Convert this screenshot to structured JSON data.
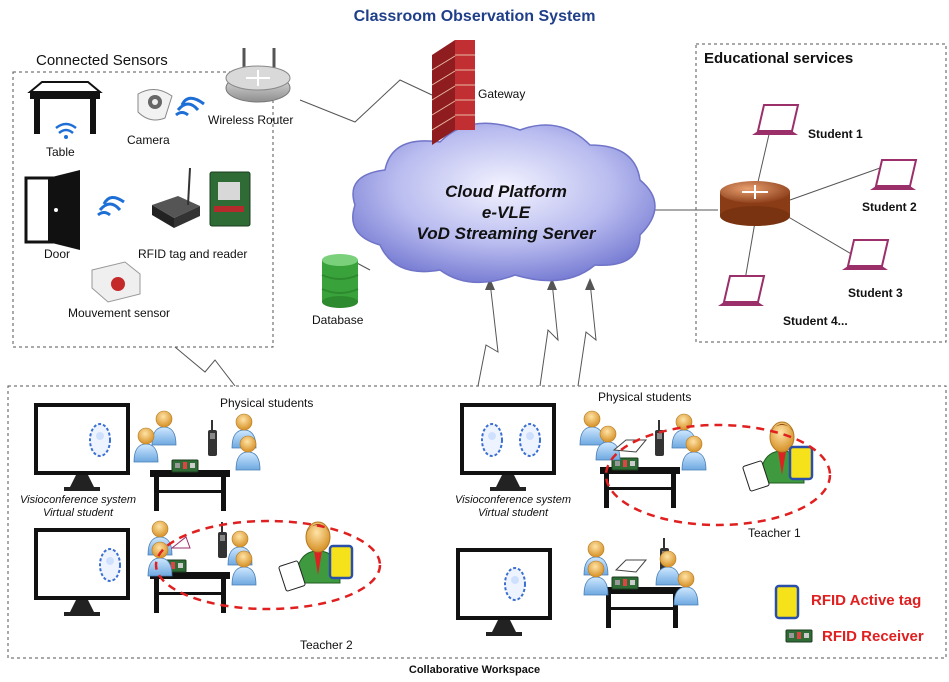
{
  "title": "Classroom Observation System",
  "sensors": {
    "heading": "Connected Sensors",
    "table": "Table",
    "camera": "Camera",
    "door": "Door",
    "rfid": "RFID tag and reader",
    "movement": "Mouvement sensor"
  },
  "network": {
    "router": "Wireless Router",
    "gateway": "Gateway",
    "database": "Database",
    "cloud_lines": [
      "Cloud Platform",
      "e-VLE",
      "VoD Streaming Server"
    ]
  },
  "services": {
    "heading": "Educational services",
    "students": [
      "Student 1",
      "Student 2",
      "Student 3",
      "Student 4..."
    ]
  },
  "workspace": {
    "physical_students": "Physical students",
    "visio_line1": "Visioconference system",
    "visio_line2": "Virtual student",
    "teacher1": "Teacher 1",
    "teacher2": "Teacher 2",
    "footer": "Collaborative Workspace"
  },
  "legend": {
    "active_tag": "RFID Active tag",
    "receiver": "RFID Receiver"
  },
  "colors": {
    "title": "#1f3f8a",
    "legend_red": "#e02020",
    "cloud": "#7f84d6",
    "laptop": "#9a2f6a",
    "router": "#b0582a",
    "wall": "#b3262b",
    "database": "#3aa23a",
    "tag_yellow": "#f5e21a"
  }
}
